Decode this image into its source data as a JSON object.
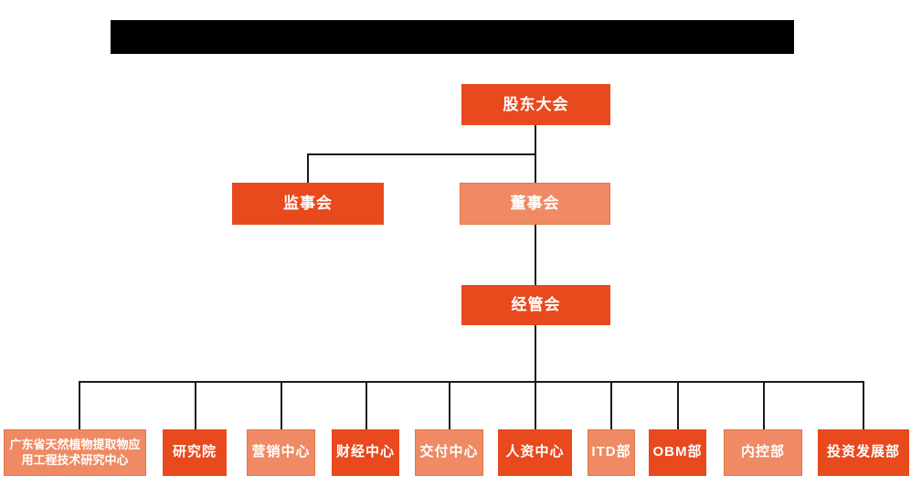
{
  "colors": {
    "primary_orange": "#E8491D",
    "light_orange": "#EF8A64",
    "light_orange_border": "#E2764B",
    "connector_line": "#1A1A1A",
    "node_text": "#FFFFFF",
    "redaction_bar": "#000000"
  },
  "org_chart": {
    "type": "org-tree",
    "nodes": {
      "shareholders_meeting": {
        "label": "股东大会",
        "color": "primary_orange"
      },
      "supervisory_board": {
        "label": "监事会",
        "color": "primary_orange"
      },
      "board_of_directors": {
        "label": "董事会",
        "color": "light_orange"
      },
      "management_committee": {
        "label": "经管会",
        "color": "primary_orange"
      }
    },
    "departments": [
      {
        "label": "广东省天然植物提取物应用工程技术研究中心",
        "lines": [
          "广东省天然植物提取物应",
          "用工程技术研究中心"
        ],
        "color": "light_orange"
      },
      {
        "label": "研究院",
        "color": "primary_orange"
      },
      {
        "label": "营销中心",
        "color": "light_orange"
      },
      {
        "label": "财经中心",
        "color": "primary_orange"
      },
      {
        "label": "交付中心",
        "color": "light_orange"
      },
      {
        "label": "人资中心",
        "color": "primary_orange"
      },
      {
        "label": "ITD部",
        "color": "light_orange"
      },
      {
        "label": "OBM部",
        "color": "primary_orange"
      },
      {
        "label": "内控部",
        "color": "light_orange"
      },
      {
        "label": "投资发展部",
        "color": "primary_orange"
      }
    ],
    "edges": [
      [
        "股东大会",
        "监事会"
      ],
      [
        "股东大会",
        "董事会"
      ],
      [
        "董事会",
        "经管会"
      ],
      [
        "经管会",
        "广东省天然植物提取物应用工程技术研究中心"
      ],
      [
        "经管会",
        "研究院"
      ],
      [
        "经管会",
        "营销中心"
      ],
      [
        "经管会",
        "财经中心"
      ],
      [
        "经管会",
        "交付中心"
      ],
      [
        "经管会",
        "人资中心"
      ],
      [
        "经管会",
        "ITD部"
      ],
      [
        "经管会",
        "OBM部"
      ],
      [
        "经管会",
        "内控部"
      ],
      [
        "经管会",
        "投资发展部"
      ]
    ]
  }
}
